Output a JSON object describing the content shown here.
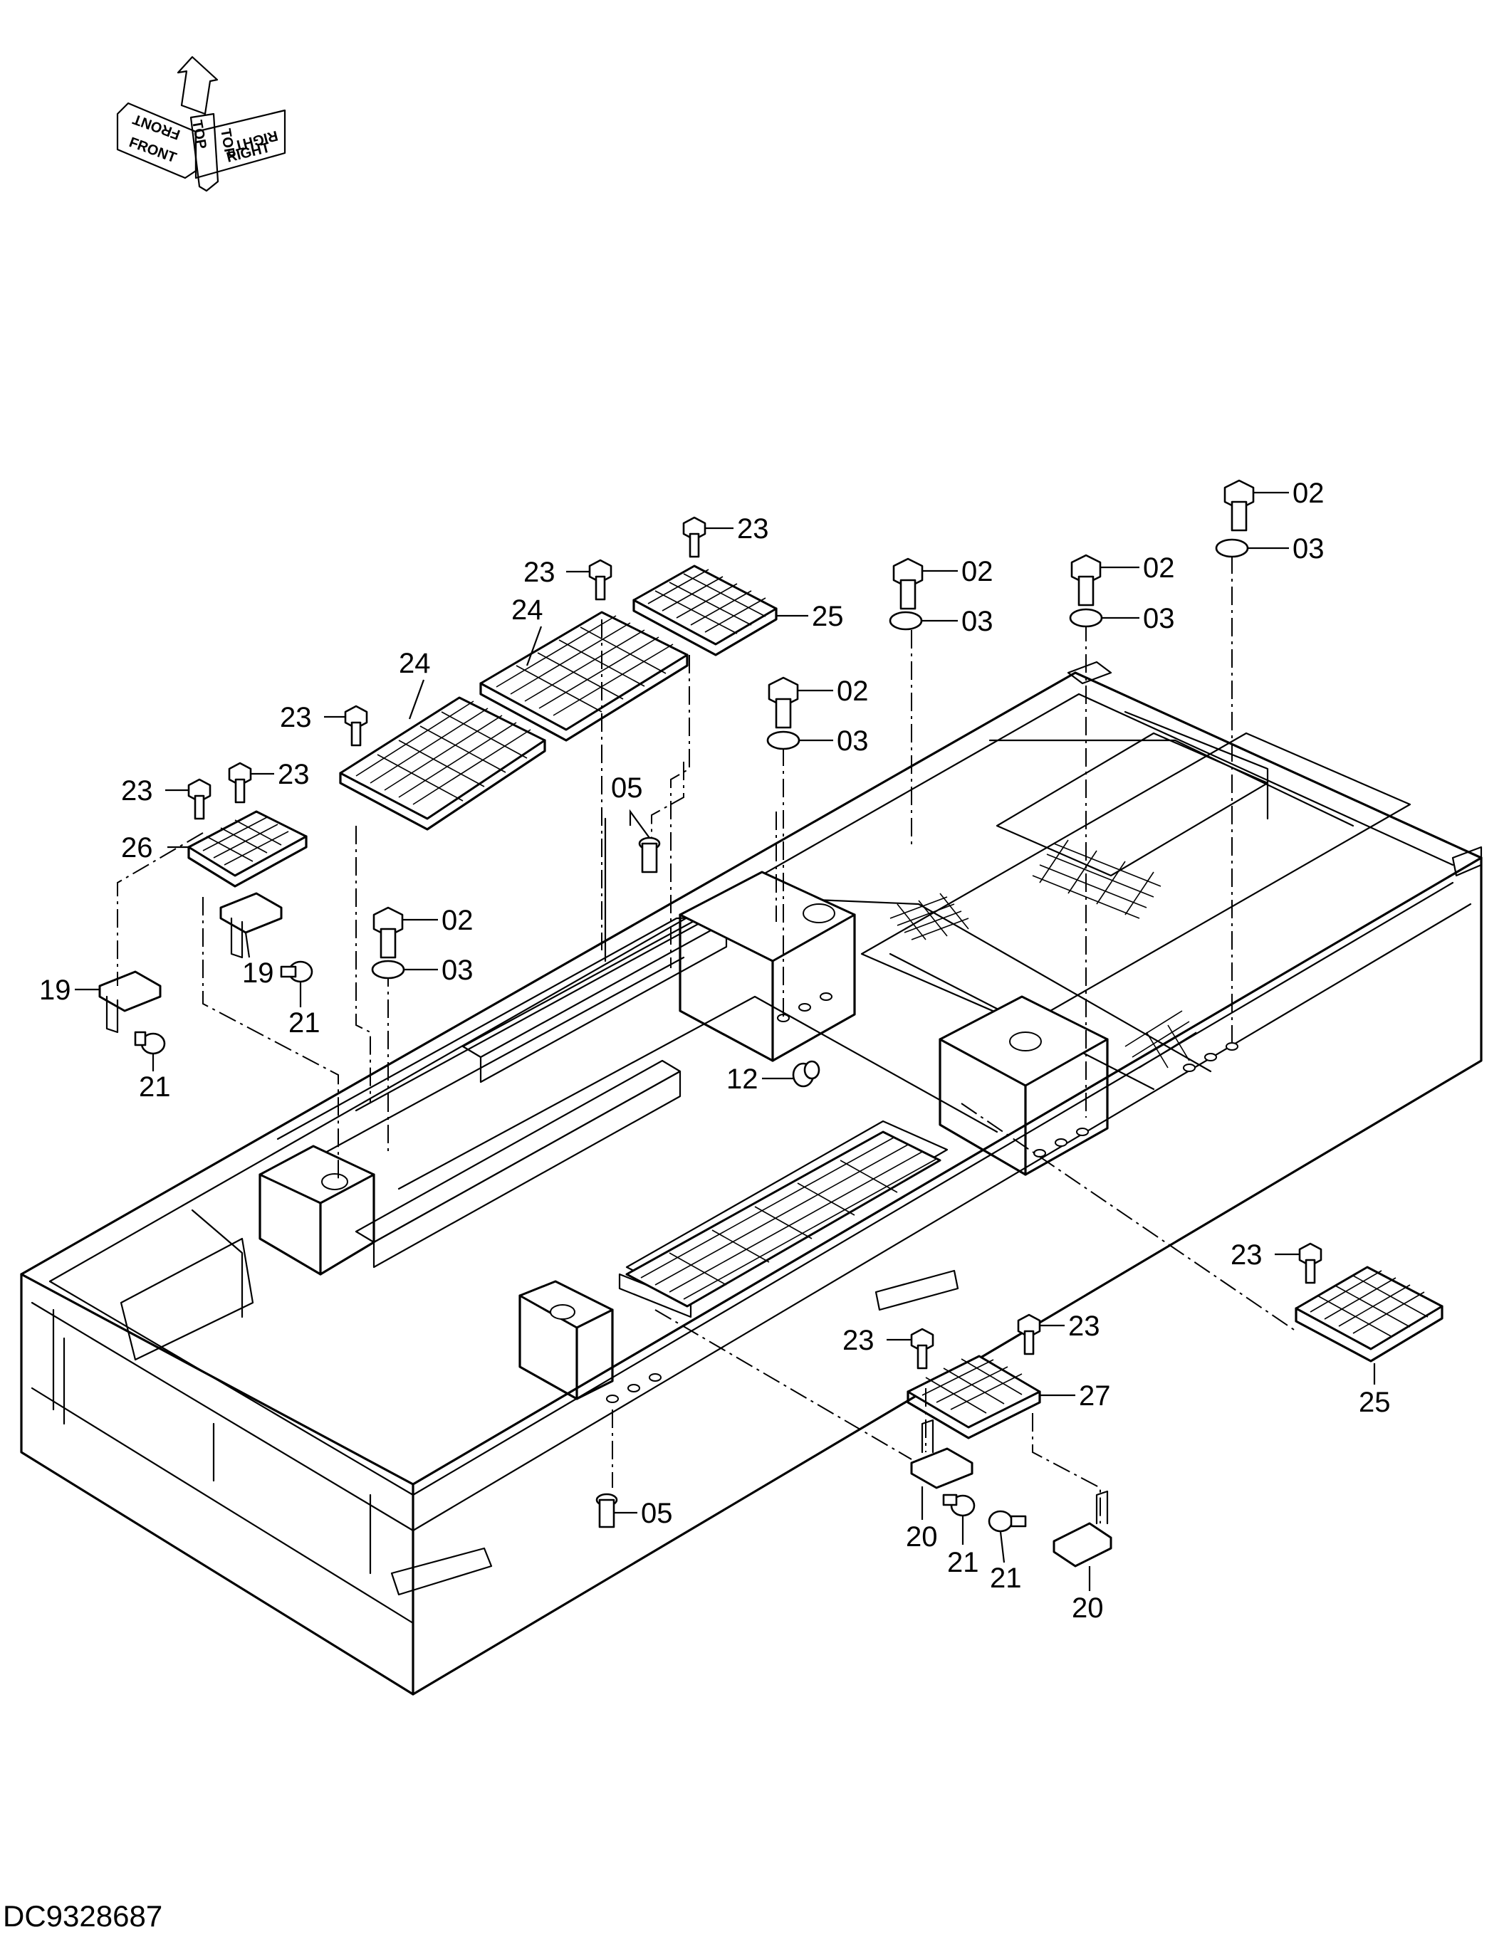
{
  "orientation": {
    "front": "FRONT",
    "top": "TOP",
    "right": "RIGHT"
  },
  "document_id": "DC9328687",
  "callouts": [
    {
      "id": "c1",
      "label": "02"
    },
    {
      "id": "c2",
      "label": "03"
    },
    {
      "id": "c3",
      "label": "02"
    },
    {
      "id": "c4",
      "label": "03"
    },
    {
      "id": "c5",
      "label": "02"
    },
    {
      "id": "c6",
      "label": "03"
    },
    {
      "id": "c7",
      "label": "02"
    },
    {
      "id": "c8",
      "label": "03"
    },
    {
      "id": "c9",
      "label": "02"
    },
    {
      "id": "c10",
      "label": "03"
    },
    {
      "id": "c11",
      "label": "05"
    },
    {
      "id": "c12",
      "label": "05"
    },
    {
      "id": "c13",
      "label": "12"
    },
    {
      "id": "c14",
      "label": "19"
    },
    {
      "id": "c15",
      "label": "19"
    },
    {
      "id": "c16",
      "label": "20"
    },
    {
      "id": "c17",
      "label": "20"
    },
    {
      "id": "c18",
      "label": "21"
    },
    {
      "id": "c19",
      "label": "21"
    },
    {
      "id": "c20",
      "label": "21"
    },
    {
      "id": "c21",
      "label": "21"
    },
    {
      "id": "c22",
      "label": "23"
    },
    {
      "id": "c23",
      "label": "23"
    },
    {
      "id": "c24",
      "label": "23"
    },
    {
      "id": "c25",
      "label": "23"
    },
    {
      "id": "c26",
      "label": "23"
    },
    {
      "id": "c27",
      "label": "23"
    },
    {
      "id": "c28",
      "label": "23"
    },
    {
      "id": "c29",
      "label": "23"
    },
    {
      "id": "c30",
      "label": "24"
    },
    {
      "id": "c31",
      "label": "24"
    },
    {
      "id": "c32",
      "label": "25"
    },
    {
      "id": "c33",
      "label": "25"
    },
    {
      "id": "c34",
      "label": "26"
    },
    {
      "id": "c35",
      "label": "27"
    }
  ]
}
